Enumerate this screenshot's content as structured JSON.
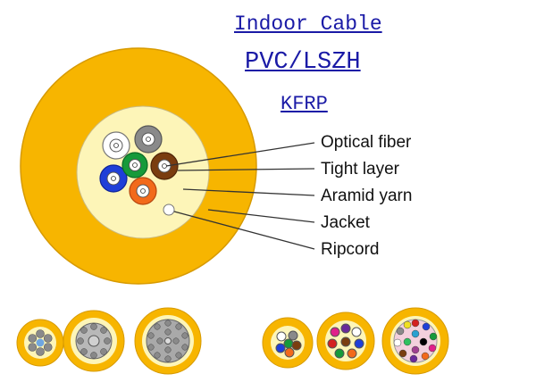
{
  "header": {
    "title": "Indoor Cable",
    "jacket_material": "PVC/LSZH",
    "strength_member": "KFRP"
  },
  "callouts": [
    {
      "label": "Optical fiber"
    },
    {
      "label": "Tight layer"
    },
    {
      "label": "Aramid yarn"
    },
    {
      "label": "Jacket"
    },
    {
      "label": "Ripcord"
    }
  ],
  "colors": {
    "jacket": "#f7b500",
    "aramid": "#fdf5b8",
    "fiber_blue": "#1f3fd8",
    "fiber_orange": "#f26a1b",
    "fiber_green": "#169a3a",
    "fiber_brown": "#7a3d10",
    "fiber_gray": "#8a8a8a",
    "fiber_white": "#ffffff",
    "text_link": "#1a1aa6"
  }
}
